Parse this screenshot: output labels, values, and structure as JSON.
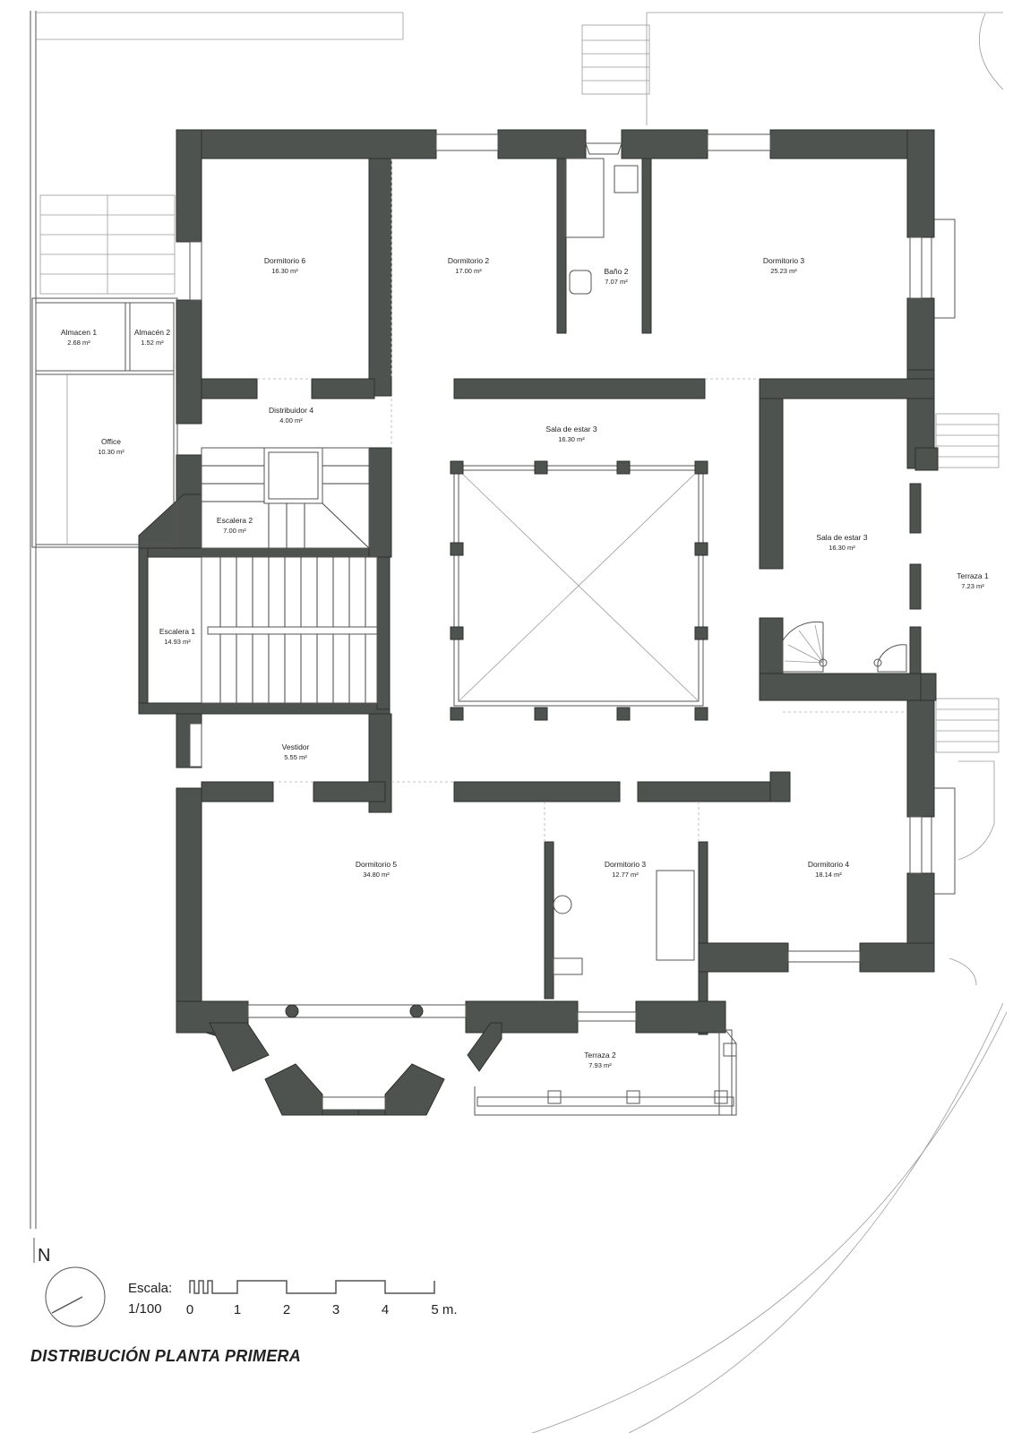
{
  "title": "DISTRIBUCIÓN PLANTA PRIMERA",
  "colors": {
    "wall": "#4f534f",
    "line": "#555555",
    "background": "#ffffff"
  },
  "rooms": [
    {
      "id": "dormitorio6",
      "name": "Dormitorio 6",
      "area": "16.30 m²"
    },
    {
      "id": "dormitorio2",
      "name": "Dormitorio 2",
      "area": "17.00 m²"
    },
    {
      "id": "bano2",
      "name": "Baño 2",
      "area": "7.07 m²"
    },
    {
      "id": "dormitorio3a",
      "name": "Dormitorio 3",
      "area": "25.23 m²"
    },
    {
      "id": "almacen1",
      "name": "Almacen 1",
      "area": "2.68 m²"
    },
    {
      "id": "almacen2",
      "name": "Almacén 2",
      "area": "1.52 m²"
    },
    {
      "id": "office",
      "name": "Office",
      "area": "10.30 m²"
    },
    {
      "id": "distribuidor4",
      "name": "Distribuidor 4",
      "area": "4.00 m²"
    },
    {
      "id": "salaestar3a",
      "name": "Sala de estar 3",
      "area": "16.30 m²"
    },
    {
      "id": "salaestar3b",
      "name": "Sala de estar 3",
      "area": "16.30 m²"
    },
    {
      "id": "escalera2",
      "name": "Escalera 2",
      "area": "7.00 m²"
    },
    {
      "id": "terraza1",
      "name": "Terraza 1",
      "area": "7.23 m²"
    },
    {
      "id": "escalera1",
      "name": "Escalera 1",
      "area": "14.93 m²"
    },
    {
      "id": "vestidor",
      "name": "Vestidor",
      "area": "5.55 m²"
    },
    {
      "id": "dormitorio5",
      "name": "Dormitorio 5",
      "area": "34.80 m²"
    },
    {
      "id": "dormitorio3b",
      "name": "Dormitorio 3",
      "area": "12.77 m²"
    },
    {
      "id": "dormitorio4",
      "name": "Dormitorio 4",
      "area": "18.14 m²"
    },
    {
      "id": "terraza2",
      "name": "Terraza 2",
      "area": "7.93 m²"
    }
  ],
  "north": {
    "label": "N"
  },
  "scale": {
    "label": "Escala:",
    "ratio": "1/100",
    "ticks": [
      "0",
      "1",
      "2",
      "3",
      "4",
      "5 m."
    ]
  }
}
